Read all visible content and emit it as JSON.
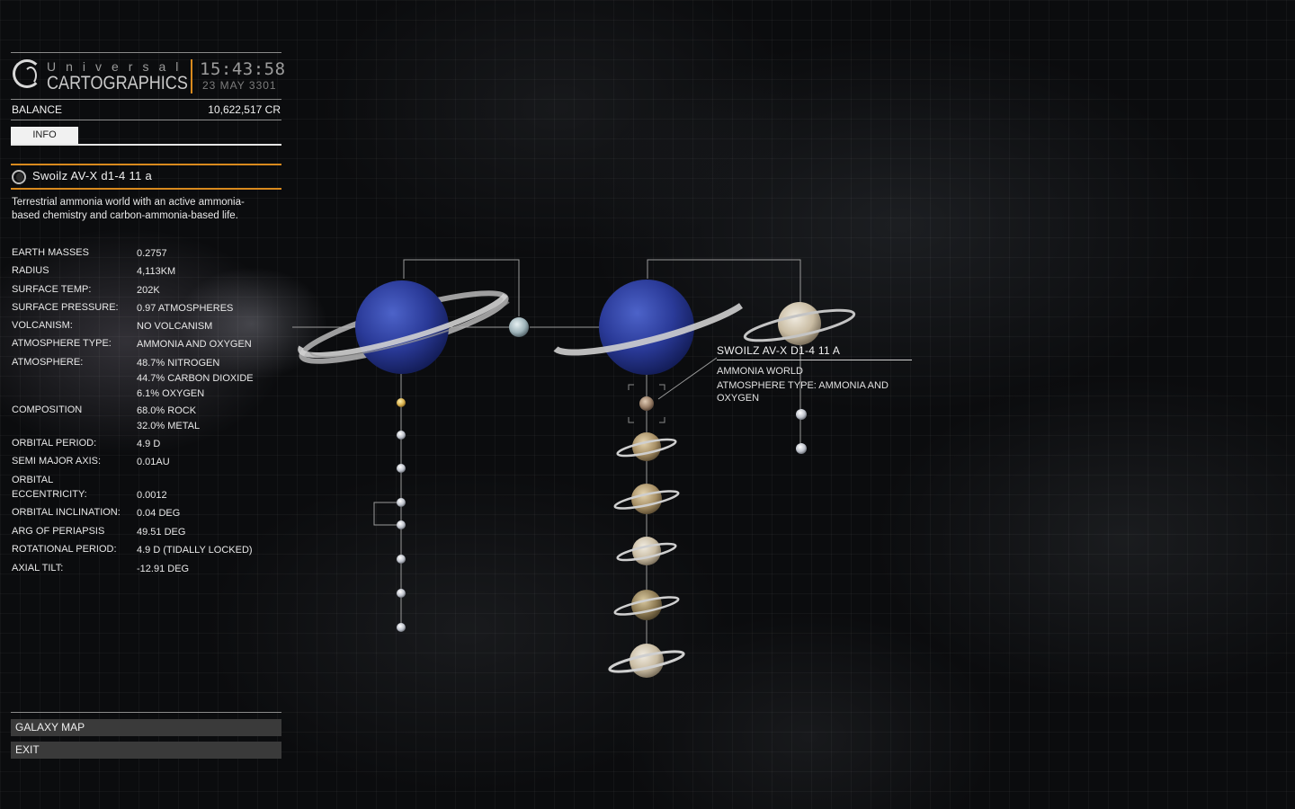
{
  "header": {
    "brand_top": "Universal",
    "brand_bottom": "CARTOGRAPHICS",
    "time": "15:43:58",
    "date": "23 MAY 3301"
  },
  "balance": {
    "label": "BALANCE",
    "value": "10,622,517 CR"
  },
  "tabs": [
    {
      "label": "INFO",
      "active": true
    }
  ],
  "body": {
    "icon": "planet-icon",
    "name": "Swoilz AV-X d1-4 11 a",
    "description": "Terrestrial ammonia world with an active ammonia-based chemistry and carbon-ammonia-based life.",
    "properties": [
      {
        "label": "EARTH MASSES",
        "value": [
          "0.2757"
        ]
      },
      {
        "label": "RADIUS",
        "value": [
          "4,113KM"
        ]
      },
      {
        "label": "SURFACE TEMP:",
        "value": [
          "202K"
        ]
      },
      {
        "label": "SURFACE PRESSURE:",
        "value": [
          "0.97 ATMOSPHERES"
        ]
      },
      {
        "label": "VOLCANISM:",
        "value": [
          "NO VOLCANISM"
        ]
      },
      {
        "label": "ATMOSPHERE TYPE:",
        "value": [
          "AMMONIA AND OXYGEN"
        ]
      },
      {
        "label": "ATMOSPHERE:",
        "value": [
          "48.7% NITROGEN",
          "44.7% CARBON DIOXIDE",
          "6.1% OXYGEN"
        ]
      },
      {
        "label": "COMPOSITION",
        "value": [
          "68.0% ROCK",
          "32.0% METAL"
        ]
      },
      {
        "label": "ORBITAL PERIOD:",
        "value": [
          "4.9 D"
        ]
      },
      {
        "label": "SEMI MAJOR AXIS:",
        "value": [
          "0.01AU"
        ]
      },
      {
        "label": "ORBITAL",
        "value": []
      },
      {
        "label": "ECCENTRICITY:",
        "value": [
          "0.0012"
        ]
      },
      {
        "label": "ORBITAL INCLINATION:",
        "value": [
          "0.04 DEG"
        ]
      },
      {
        "label": "ARG OF PERIAPSIS",
        "value": [
          "49.51 DEG"
        ]
      },
      {
        "label": "ROTATIONAL PERIOD:",
        "value": [
          "4.9 D (TIDALLY LOCKED)"
        ]
      },
      {
        "label": "AXIAL TILT:",
        "value": [
          "-12.91 DEG"
        ]
      }
    ]
  },
  "nav": {
    "galaxy_map": "GALAXY MAP",
    "exit": "EXIT"
  },
  "tooltip": {
    "title": "SWOILZ AV-X D1-4 11 A",
    "type": "AMMONIA WORLD",
    "atmosphere": "ATMOSPHERE TYPE: AMMONIA AND OXYGEN"
  },
  "colors": {
    "accent": "#d98a1e",
    "gas_giant": "#2b3d9a",
    "ring": "#c8c8c8",
    "panel_button": "#3a3a3a"
  }
}
